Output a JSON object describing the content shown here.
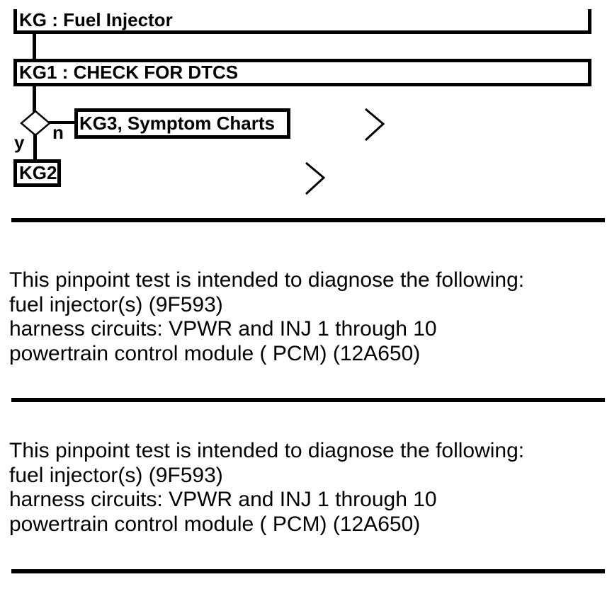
{
  "flowchart": {
    "root": {
      "label": "KG : Fuel Injector"
    },
    "step": {
      "label": "KG1 : CHECK FOR DTCS"
    },
    "decision": {
      "yes_label": "y",
      "no_label": "n"
    },
    "no_branch": {
      "label": "KG3, Symptom Charts"
    },
    "yes_branch": {
      "label": "KG2"
    },
    "next_icons": [
      "chevron-right",
      "chevron-right"
    ]
  },
  "description_blocks": [
    {
      "lines": [
        "This pinpoint test is intended to diagnose the following:",
        "fuel injector(s) (9F593)",
        "harness circuits: VPWR and INJ 1 through 10",
        "powertrain control module ( PCM) (12A650)"
      ]
    },
    {
      "lines": [
        "This pinpoint test is intended to diagnose the following:",
        "fuel injector(s) (9F593)",
        "harness circuits: VPWR and INJ 1 through 10",
        "powertrain control module ( PCM) (12A650)"
      ]
    }
  ],
  "colors": {
    "foreground": "#000000",
    "background": "#ffffff"
  }
}
